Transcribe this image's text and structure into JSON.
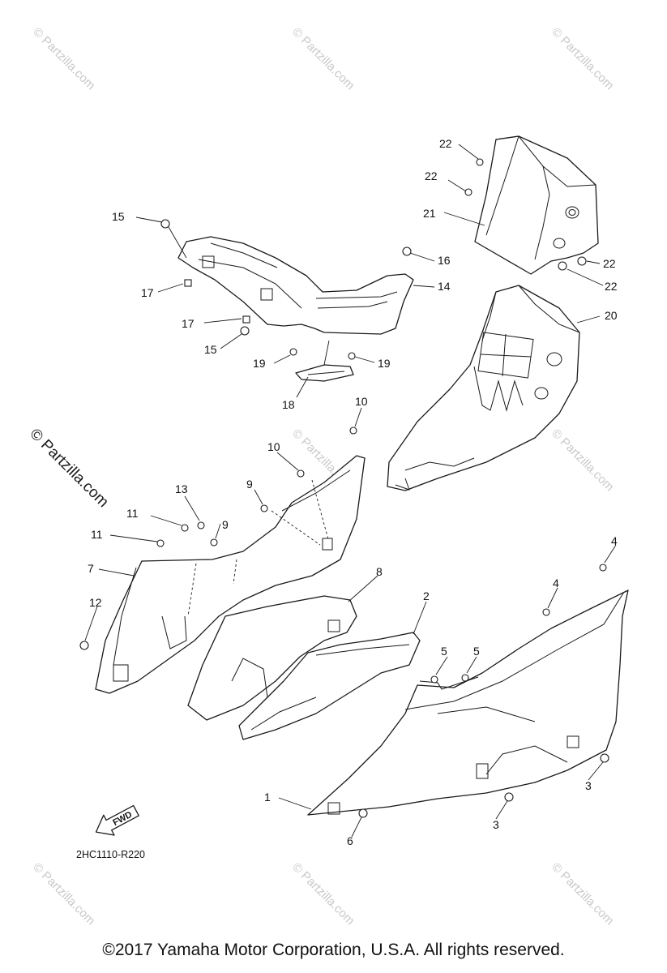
{
  "watermark": {
    "text": "© Partzilla.com",
    "large_text": "© Partzilla.com"
  },
  "diagram_code": "2HC1110-R220",
  "fwd_label": "FWD",
  "callouts": {
    "c1": "1",
    "c2": "2",
    "c3a": "3",
    "c3b": "3",
    "c4a": "4",
    "c4b": "4",
    "c5a": "5",
    "c5b": "5",
    "c6": "6",
    "c7": "7",
    "c8": "8",
    "c9a": "9",
    "c9b": "9",
    "c10a": "10",
    "c10b": "10",
    "c11a": "11",
    "c11b": "11",
    "c12": "12",
    "c13": "13",
    "c14": "14",
    "c15a": "15",
    "c15b": "15",
    "c16": "16",
    "c17a": "17",
    "c17b": "17",
    "c18": "18",
    "c19a": "19",
    "c19b": "19",
    "c20": "20",
    "c21": "21",
    "c22a": "22",
    "c22b": "22",
    "c22c": "22",
    "c22d": "22"
  },
  "copyright": "©2017  Yamaha Motor Corporation, U.S.A. All rights reserved."
}
